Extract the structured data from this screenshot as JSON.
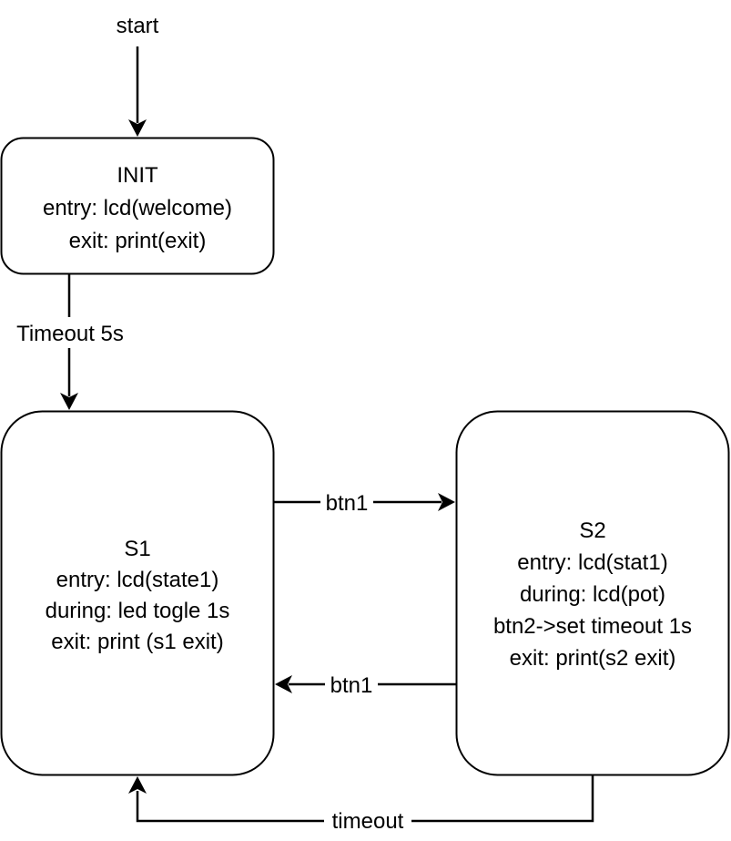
{
  "start_label": "start",
  "states": {
    "init": {
      "lines": [
        "INIT",
        "entry: lcd(welcome)",
        "exit: print(exit)"
      ]
    },
    "s1": {
      "lines": [
        "S1",
        "entry: lcd(state1)",
        "during: led togle 1s",
        "exit: print (s1 exit)"
      ]
    },
    "s2": {
      "lines": [
        "S2",
        "entry: lcd(stat1)",
        "during: lcd(pot)",
        "btn2->set timeout 1s",
        "exit: print(s2 exit)"
      ]
    }
  },
  "transitions": {
    "init_to_s1": "Timeout 5s",
    "s1_to_s2": "btn1",
    "s2_to_s1": "btn1",
    "s2_timeout_to_s1": "timeout"
  },
  "colors": {
    "stroke": "#000000",
    "fill": "#ffffff"
  }
}
